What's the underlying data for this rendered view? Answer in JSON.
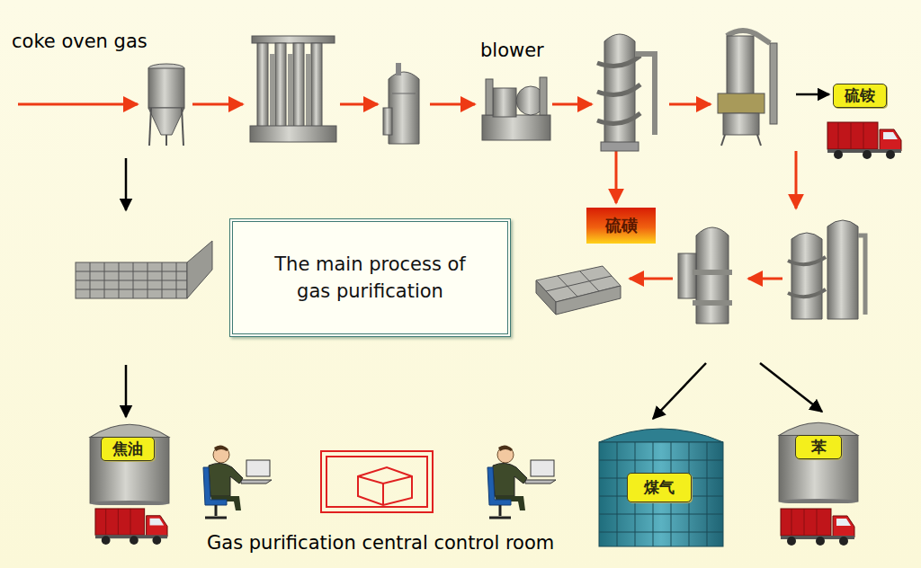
{
  "diagram": {
    "nodes": [
      {
        "text": [
          "硫铵"
        ]
      },
      {
        "text": [
          "硫磺"
        ]
      },
      {
        "text": [
          "The main process of gas purification"
        ]
      },
      {
        "text": [
          "焦油"
        ]
      },
      {
        "text": [
          "煤气"
        ]
      },
      {
        "text": [
          "苯"
        ]
      }
    ],
    "labels": [
      "coke oven gas",
      "blower",
      "Gas purification central control room"
    ]
  }
}
